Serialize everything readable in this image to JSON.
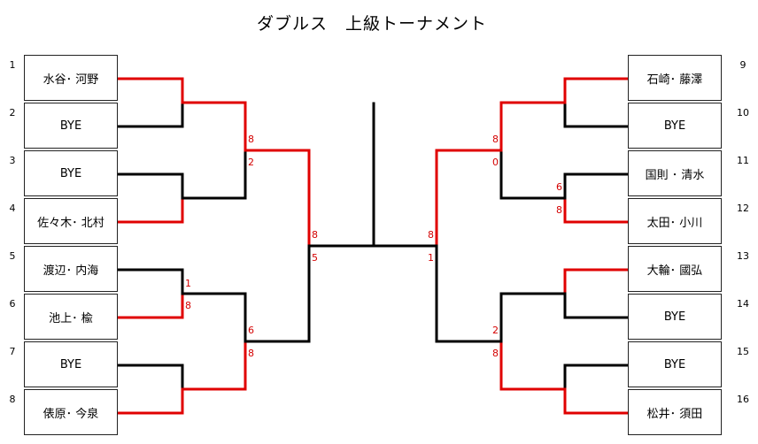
{
  "title": "ダブルス　上級トーナメント",
  "left": [
    {
      "seed": "1",
      "name": "水谷･ 河野"
    },
    {
      "seed": "2",
      "name": "BYE"
    },
    {
      "seed": "3",
      "name": "BYE"
    },
    {
      "seed": "4",
      "name": "佐々木･ 北村"
    },
    {
      "seed": "5",
      "name": "渡辺･ 内海"
    },
    {
      "seed": "6",
      "name": "池上･ 楡"
    },
    {
      "seed": "7",
      "name": "BYE"
    },
    {
      "seed": "8",
      "name": "俵原･ 今泉"
    }
  ],
  "right": [
    {
      "seed": "9",
      "name": "石崎･ 藤澤"
    },
    {
      "seed": "10",
      "name": "BYE"
    },
    {
      "seed": "11",
      "name": "国則 ･ 清水"
    },
    {
      "seed": "12",
      "name": "太田･ 小川"
    },
    {
      "seed": "13",
      "name": "大輪･ 國弘"
    },
    {
      "seed": "14",
      "name": "BYE"
    },
    {
      "seed": "15",
      "name": "BYE"
    },
    {
      "seed": "16",
      "name": "松井･ 須田"
    }
  ],
  "scores": {
    "l_r1_m3_top": "1",
    "l_r1_m3_bot": "8",
    "l_r2_m1_top": "8",
    "l_r2_m1_bot": "2",
    "l_r2_m2_top": "6",
    "l_r2_m2_bot": "8",
    "l_sf_top": "8",
    "l_sf_bot": "5",
    "r_r1_m2_top": "6",
    "r_r1_m2_bot": "8",
    "r_r2_m1_top": "8",
    "r_r2_m1_bot": "0",
    "r_r2_m2_top": "2",
    "r_r2_m2_bot": "8",
    "r_sf_top": "8",
    "r_sf_bot": "1"
  },
  "colors": {
    "winner_line": "#e00000",
    "loser_line": "#000000",
    "score_text": "#d40000"
  }
}
